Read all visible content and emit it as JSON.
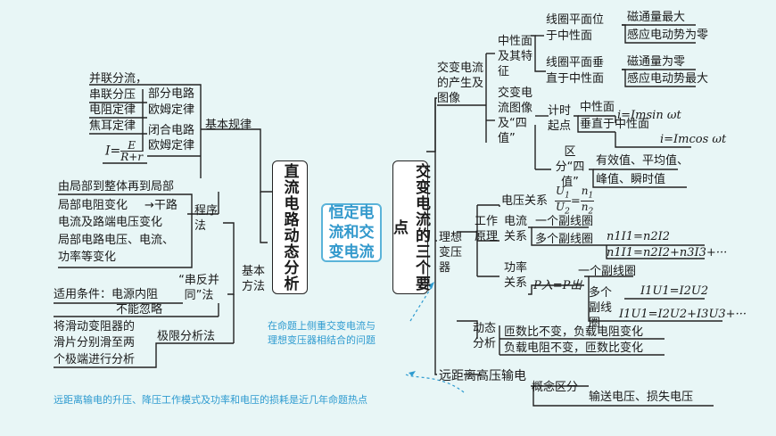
{
  "center": {
    "main": "恒定电流和交变电流",
    "left_box": "直流电路动态分析",
    "right_box": "交变电流的三个要点"
  },
  "left": {
    "basic_rules": "基本规律",
    "bing_chuan": "并联分流，",
    "chuan_fen": "串联分压",
    "bufen": "部分电路",
    "ohm1": "欧姆定律",
    "dianzu": "电阻定律",
    "jiaoer": "焦耳定律",
    "bihe": "闭合电路",
    "ohm2": "欧姆定律",
    "formula_I": "I=",
    "formula_E": "E",
    "formula_Rr": "R+r",
    "basic_method": "基本方法",
    "chengxufa": "程序法",
    "c1": "由局部到整体再到局部",
    "c2a": "局部电阻变化",
    "c2b": "→干路",
    "c3": "电流及路端电压变化",
    "c4": "局部电路电压、电流、",
    "c5": "功率等变化",
    "condition": "适用条件：电源内阻",
    "condition2": "不能忽略",
    "chuanfan": "“串反并同”法",
    "j1": "将滑动变阻器的",
    "j2": "滑片分别滑至两",
    "j3": "个极端进行分析",
    "jixian": "极限分析法"
  },
  "right": {
    "produce": "交变电流的产生及图像",
    "zhongxing": "中性面及其特征",
    "xq1a": "线圈平面位",
    "xq1b": "于中性面",
    "cilt_max": "磁通量最大",
    "emf_zero": "感应电动势为零",
    "xq2a": "线圈平面垂",
    "xq2b": "直于中性面",
    "cilt_zero": "磁通量为零",
    "emf_max": "感应电动势最大",
    "tuxiang": "交变电流图像及“四值”",
    "jishi": "计时起点",
    "zhongxingmian": "中性面",
    "chuizhi": "垂直于中性面",
    "sin_formula": "i=Imsin ωt",
    "cos_formula": "i=Imcos ωt",
    "qufen": "区分“四值”",
    "sizhi1": "有效值、平均值、",
    "sizhi2": "峰值、瞬时值",
    "ideal": "理想变压器",
    "gongzuo": "工作原理",
    "voltage_rel": "电压关系",
    "current_rel": "电流关系",
    "one_coil": "一个副线圈",
    "multi_coil": "多个副线圈",
    "cur1": "n1I1=n2I2",
    "cur2": "n1I1=n2I2+n3I3+···",
    "power_rel": "功率关系",
    "p_eq": "P入=P出",
    "one_coil2": "一个副线圈",
    "multi_coil2": "多个副线圈",
    "pow1": "I1U1=I2U2",
    "pow2": "I1U1=I2U2+I3U3+···",
    "dongtai": "动态分析",
    "d1": "匝数比不变，负载电阻变化",
    "d2": "负载电阻不变，匝数比变化",
    "remote": "远距离高压输电",
    "gainian": "概念区分",
    "loss": "输送电压、损失电压"
  },
  "notes": {
    "note1a": "在命题上侧重交变电流与",
    "note1b": "理想变压器相结合的问题",
    "note2": "远距离输电的升压、降压工作模式及功率和电压的损耗是近几年命题热点"
  }
}
